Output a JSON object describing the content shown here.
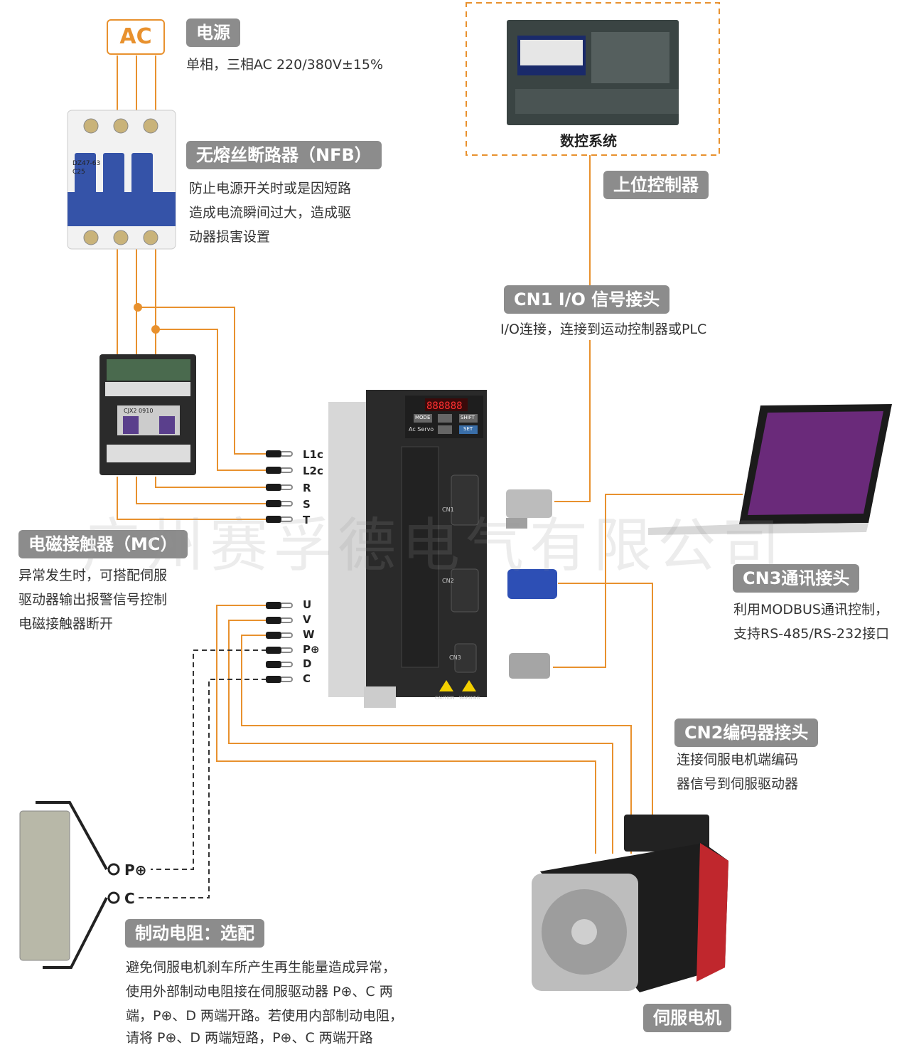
{
  "ac": {
    "label": "AC"
  },
  "power": {
    "title": "电源",
    "desc": "单相，三相AC 220/380V±15%"
  },
  "nfb": {
    "title": "无熔丝断路器（NFB）",
    "lines": [
      "防止电源开关时或是因短路",
      "造成电流瞬间过大，造成驱",
      "动器损害设置"
    ]
  },
  "mc": {
    "title": "电磁接触器（MC）",
    "lines": [
      "异常发生时，可搭配伺服",
      "驱动器输出报警信号控制",
      "电磁接触器断开"
    ]
  },
  "cnc": {
    "caption": "数控系统"
  },
  "host": {
    "title": "上位控制器"
  },
  "cn1": {
    "title": "CN1 I/O 信号接头",
    "desc": "I/O连接，连接到运动控制器或PLC"
  },
  "cn3": {
    "title": "CN3通讯接头",
    "lines": [
      "利用MODBUS通讯控制，",
      "支持RS-485/RS-232接口"
    ]
  },
  "cn2": {
    "title": "CN2编码器接头",
    "lines": [
      "连接伺服电机端编码",
      "器信号到伺服驱动器"
    ]
  },
  "motor": {
    "title": "伺服电机"
  },
  "brake": {
    "title": "制动电阻：选配",
    "lines": [
      "避免伺服电机刹车所产生再生能量造成异常，",
      "使用外部制动电阻接在伺服驱动器 P⊕、C 两",
      "端，P⊕、D 两端开路。若使用内部制动电阻，",
      "请将 P⊕、D 两端短路，P⊕、C 两端开路"
    ]
  },
  "terminals_top": [
    "L1c",
    "L2c",
    "R",
    "S",
    "T"
  ],
  "terminals_bottom": [
    "U",
    "V",
    "W",
    "P⊕",
    "D",
    "C"
  ],
  "resistor_terms": {
    "p": "P⊕",
    "c": "C"
  },
  "drive": {
    "display": "888888",
    "brand": "Ac Servo",
    "mode": "MODE",
    "shift": "SHIFT",
    "set": "SET",
    "caution": "CAUTION",
    "warning": "WARNING",
    "cn1": "CN1",
    "cn2": "CN2",
    "cn3": "CN3"
  },
  "nfb_device": {
    "model": "DZ47-63",
    "rating": "C25"
  },
  "mc_device": {
    "model": "CJX2 0910"
  },
  "watermark": "广州赛孚德电气有限公司",
  "colors": {
    "wire": "#e8912e",
    "badge": "#8c8c8c",
    "accent": "#e8912e"
  }
}
